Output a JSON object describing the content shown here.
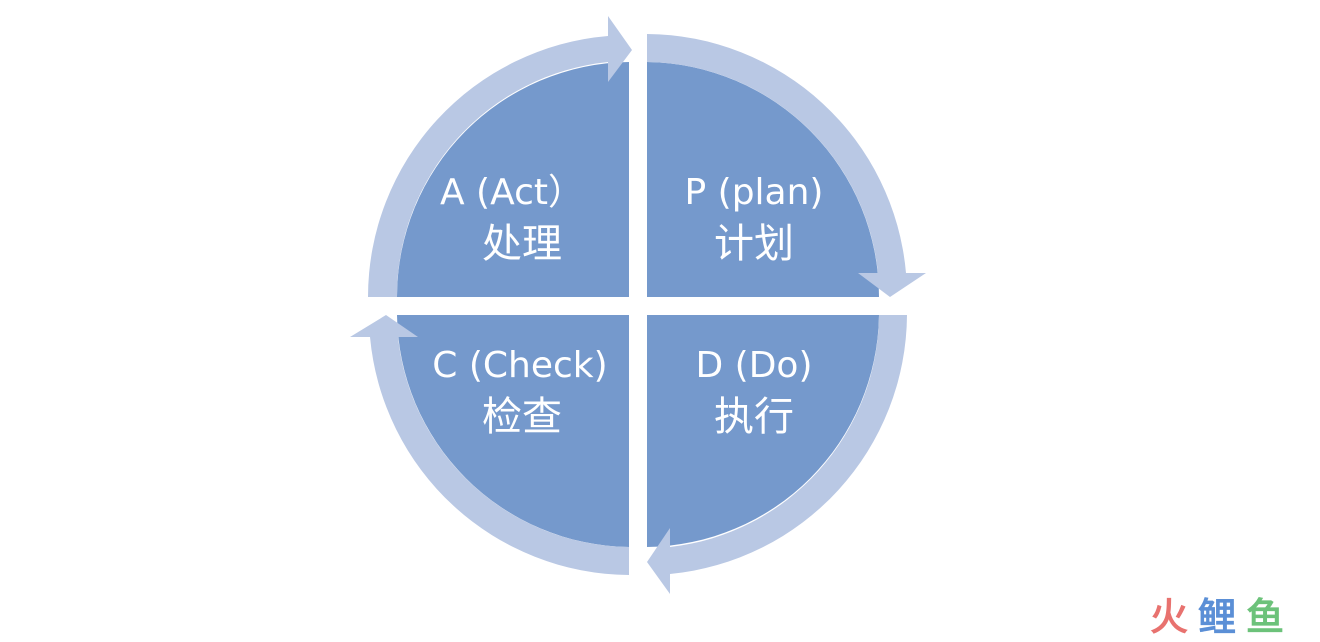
{
  "colors": {
    "quadrant_fill": "#7599cc",
    "ring_arrow": "#b9c8e4",
    "text": "#ffffff",
    "background": "#ffffff",
    "watermark_1": "#e8726f",
    "watermark_2": "#5b8fd6",
    "watermark_3": "#6cc27a"
  },
  "quadrants": {
    "plan": {
      "title": "P (plan)",
      "subtitle": "计划"
    },
    "do": {
      "title": "D (Do)",
      "subtitle": "执行"
    },
    "check": {
      "title": "C (Check)",
      "subtitle": "检查"
    },
    "act": {
      "title": "A (Act）",
      "subtitle": "处理"
    }
  },
  "watermark": {
    "chars": [
      "火",
      "鲤",
      "鱼"
    ]
  }
}
